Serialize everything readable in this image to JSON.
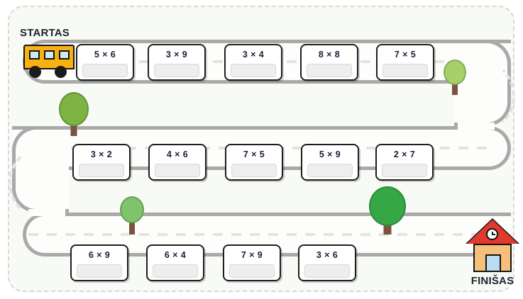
{
  "worksheet": {
    "start_label": "STARTAS",
    "finish_label": "FINIŠAS",
    "background_color": "#f8faf6",
    "frame_color": "#d6d8d6"
  },
  "road": {
    "fill_color": "#fdfdfc",
    "border_color": "#a9a9a9",
    "centerline_color": "#e2e4e2"
  },
  "bus": {
    "name": "school-bus",
    "body_color": "#f7b211",
    "window_color": "#cfe9f2",
    "wheel_color": "#1b1b1b",
    "window_count": 3,
    "wheel_count": 2
  },
  "house": {
    "name": "finish-house",
    "roof_color": "#e2392f",
    "wall_color": "#f7c07a",
    "door_color": "#b8dcf0",
    "clock_color": "#ffffff"
  },
  "rows": [
    {
      "id": "row-1",
      "cards": [
        {
          "expr": "5 × 6",
          "answer": ""
        },
        {
          "expr": "3 × 9",
          "answer": ""
        },
        {
          "expr": "3 × 4",
          "answer": ""
        },
        {
          "expr": "8 × 8",
          "answer": ""
        },
        {
          "expr": "7 × 5",
          "answer": ""
        }
      ]
    },
    {
      "id": "row-2",
      "cards": [
        {
          "expr": "3 × 2",
          "answer": ""
        },
        {
          "expr": "4 × 6",
          "answer": ""
        },
        {
          "expr": "7 × 5",
          "answer": ""
        },
        {
          "expr": "5 × 9",
          "answer": ""
        },
        {
          "expr": "2 × 7",
          "answer": ""
        }
      ]
    },
    {
      "id": "row-3",
      "cards": [
        {
          "expr": "6 × 9",
          "answer": ""
        },
        {
          "expr": "6 × 4",
          "answer": ""
        },
        {
          "expr": "7 × 9",
          "answer": ""
        },
        {
          "expr": "3 × 6",
          "answer": ""
        }
      ]
    }
  ],
  "trees": [
    {
      "id": "tree-1",
      "crown_color": "#7cb342",
      "trunk_color": "#7a5340",
      "size": "medium"
    },
    {
      "id": "tree-2",
      "crown_color": "#a5d06a",
      "trunk_color": "#7a5340",
      "size": "small"
    },
    {
      "id": "tree-3",
      "crown_color": "#7fc36b",
      "trunk_color": "#7a5340",
      "size": "small"
    },
    {
      "id": "tree-4",
      "crown_color": "#35a845",
      "trunk_color": "#7a5340",
      "size": "large"
    }
  ]
}
